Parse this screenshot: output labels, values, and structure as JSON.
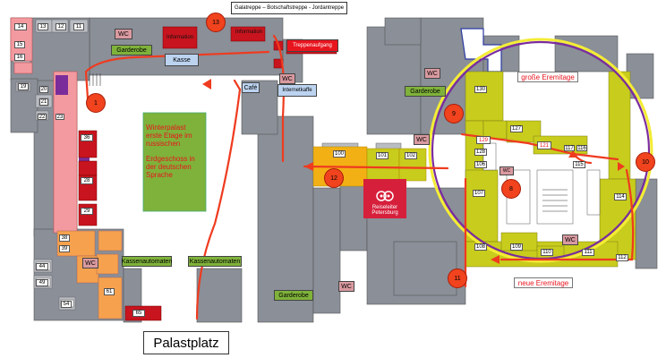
{
  "header_stairs": "Galatreppe – Botschaftstreppe - Jordantreppe",
  "labels": {
    "garderobe": "Garderobe",
    "wc": "WC",
    "kasse": "Kasse",
    "cafe": "Café",
    "internetkaffe": "Internetkaffe",
    "information": "Information",
    "info2": "Information",
    "treppenaufgang": "Treppenaufgang",
    "kassenautomaten": "Kassenautomaten",
    "palastplatz": "Palastplatz",
    "grosse_eremitage": "große Eremitage",
    "neue_eremitage": "neue Eremitage",
    "logo": "Reiseleiter Petersburg"
  },
  "courtyard_note": {
    "line1": "Winterpalast",
    "line2": "erste Etage im",
    "line3": "russischen",
    "line4": "Erdgeschoss in",
    "line5": "der deutschen",
    "line6": "Sprache"
  },
  "markers": {
    "m1": "1",
    "m8": "8",
    "m9": "9",
    "m10": "10",
    "m11": "11",
    "m12": "12",
    "m13": "13"
  },
  "rooms": {
    "r14": "14",
    "r13": "13",
    "r12": "12",
    "r11": "11",
    "r15": "15",
    "r16": "16",
    "r19": "19",
    "r20": "20",
    "r21": "21",
    "r22": "22",
    "r23": "23",
    "r36": "36",
    "r26": "26",
    "r27": "27",
    "r28": "28",
    "r29": "29",
    "r38": "38",
    "r39": "39",
    "r44": "44",
    "r49": "49",
    "r54": "54",
    "r61": "61",
    "r65": "65",
    "r100": "100",
    "r101": "101",
    "r102": "102",
    "r106": "106",
    "r107": "107",
    "r108": "108",
    "r109": "109",
    "r110": "110",
    "r111": "111",
    "r112": "112",
    "r114": "114",
    "r115": "115",
    "r116": "116",
    "r117": "117",
    "r121": "121",
    "r127": "127",
    "r128": "128",
    "r129": "129",
    "r130": "130"
  },
  "colors": {
    "floor_gray": "#8a8f98",
    "olive": "#c8cc1c",
    "red": "#e8141e",
    "pink": "#f39aa0",
    "orange": "#f6a14e",
    "gold": "#f3b014",
    "green": "#7fb23a",
    "route": "#ef3b1f",
    "circle": "#7b2c9e"
  }
}
